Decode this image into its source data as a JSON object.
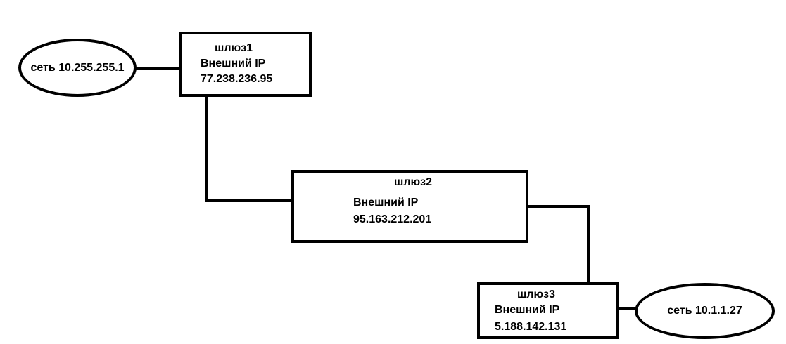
{
  "diagram": {
    "network_left": {
      "label": "сеть 10.255.255.1"
    },
    "network_right": {
      "label": "сеть 10.1.1.27"
    },
    "gateways": [
      {
        "name": "шлюз1",
        "ip_label": "Внешний IP",
        "ip": "77.238.236.95"
      },
      {
        "name": "шлюз2",
        "ip_label": "Внешний IP",
        "ip": "95.163.212.201"
      },
      {
        "name": "шлюз3",
        "ip_label": "Внешний IP",
        "ip": "5.188.142.131"
      }
    ],
    "colors": {
      "stroke": "#000000",
      "background": "#ffffff"
    }
  }
}
